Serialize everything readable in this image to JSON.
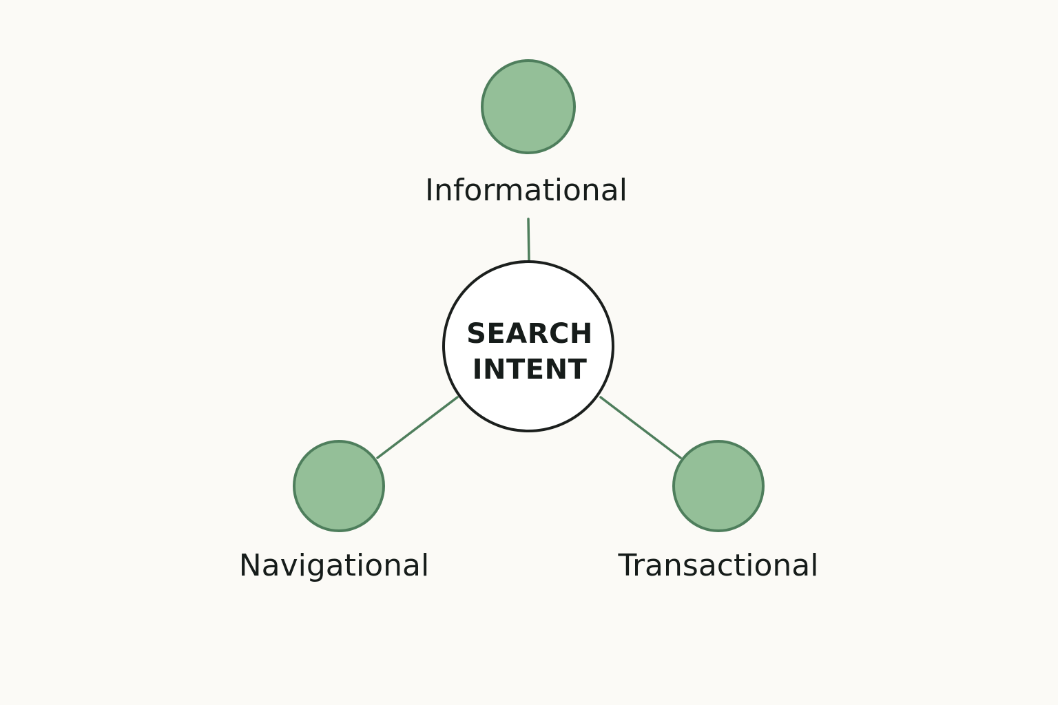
{
  "center": {
    "line1": "SEARCH",
    "line2": "INTENT"
  },
  "nodes": [
    {
      "id": "informational",
      "label": "Informational"
    },
    {
      "id": "navigational",
      "label": "Navigational"
    },
    {
      "id": "transactional",
      "label": "Transactional"
    }
  ],
  "colors": {
    "background": "#fbfaf6",
    "node_fill": "#94bf98",
    "node_stroke": "#4e7e5c",
    "connector": "#4e7e5c",
    "center_stroke": "#1b1f1d",
    "center_fill": "#ffffff",
    "text": "#161c1a"
  }
}
